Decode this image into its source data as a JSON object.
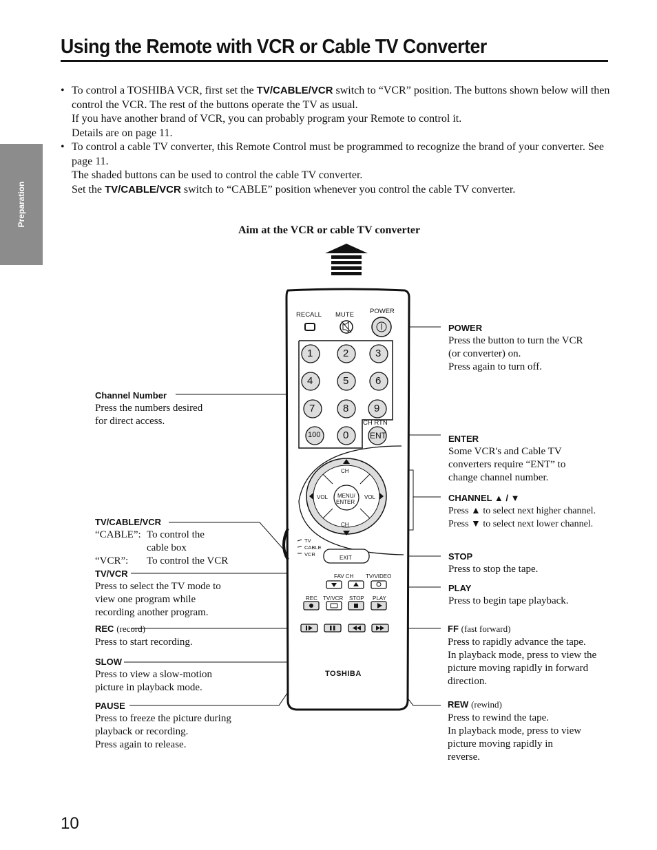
{
  "page": {
    "title": "Using the Remote with VCR or Cable TV Converter",
    "side_tab": "Preparation",
    "page_number": "10"
  },
  "intro": {
    "b1_pre": "To control a TOSHIBA VCR, first set the ",
    "b1_switch": "TV/CABLE/VCR",
    "b1_post": " switch to “VCR” position. The buttons shown below will then control the VCR. The rest of the buttons operate the TV as usual.",
    "b1_line2": "If you have another brand of VCR, you can probably program your Remote to control it.",
    "b1_line3": "Details are on page 11.",
    "b2_line1": "To control a cable TV converter, this Remote Control must be programmed to recognize the brand of your converter. See page 11.",
    "b2_line2": "The shaded buttons can be used to control the cable TV converter.",
    "b2_pre": "Set the ",
    "b2_switch": "TV/CABLE/VCR",
    "b2_post": " switch to “CABLE” position whenever you control the cable TV converter."
  },
  "aim_label": "Aim at the VCR or cable TV converter",
  "remote": {
    "recall": "RECALL",
    "mute": "MUTE",
    "power": "POWER",
    "digits": [
      "1",
      "2",
      "3",
      "4",
      "5",
      "6",
      "7",
      "8",
      "9",
      "100",
      "0",
      "ENT"
    ],
    "ch_rtn": "CH RTN",
    "ch_top": "CH",
    "ch_bottom": "CH",
    "vol_left": "VOL",
    "vol_right": "VOL",
    "menu_line1": "MENU/",
    "menu_line2": "ENTER",
    "sw_tv": "TV",
    "sw_cable": "CABLE",
    "sw_vcr": "VCR",
    "exit": "EXIT",
    "fav_ch": "FAV CH",
    "tv_video": "TV/VIDEO",
    "rec": "REC",
    "tvvcr": "TV/VCR",
    "stop": "STOP",
    "play": "PLAY",
    "brand": "TOSHIBA"
  },
  "annotations": {
    "power": {
      "head": "POWER",
      "l1": "Press the button to turn the VCR",
      "l2": "(or converter) on.",
      "l3": "Press again to turn off."
    },
    "channel_number": {
      "head": "Channel Number",
      "l1": "Press the numbers desired",
      "l2": "for direct access."
    },
    "enter": {
      "head": "ENTER",
      "l1": "Some VCR's and Cable TV",
      "l2": "converters require “ENT” to",
      "l3": "change channel number."
    },
    "channel": {
      "head": "CHANNEL ▲ / ▼",
      "l1": "Press ▲ to select next higher channel.",
      "l2": "Press ▼ to select next lower channel."
    },
    "tvcablevcr": {
      "head": "TV/CABLE/VCR",
      "cable_key": "“CABLE”:",
      "cable_v1": "To control the",
      "cable_v2": "cable box",
      "vcr_key": "“VCR”:",
      "vcr_v": "To control the VCR"
    },
    "tvvcr": {
      "head": "TV/VCR",
      "l1": "Press to select the TV mode to",
      "l2": "view one program while",
      "l3": "recording another program."
    },
    "stop": {
      "head": "STOP",
      "l1": "Press to stop the tape."
    },
    "play": {
      "head": "PLAY",
      "l1": "Press to begin tape playback."
    },
    "rec": {
      "head": "REC",
      "sub": "(record)",
      "l1": "Press to start recording."
    },
    "ff": {
      "head": "FF",
      "sub": "(fast forward)",
      "l1": "Press to rapidly advance the tape.",
      "l2": "In playback mode, press to view the",
      "l3": "picture moving rapidly in forward",
      "l4": "direction."
    },
    "slow": {
      "head": "SLOW",
      "l1": "Press to view a slow-motion",
      "l2": "picture in playback mode."
    },
    "pause": {
      "head": "PAUSE",
      "l1": "Press to freeze the picture during",
      "l2": "playback or recording.",
      "l3": "Press again to release."
    },
    "rew": {
      "head": "REW",
      "sub": "(rewind)",
      "l1": "Press to rewind the tape.",
      "l2": "In playback mode, press to view",
      "l3": "picture moving rapidly in",
      "l4": "reverse."
    }
  }
}
